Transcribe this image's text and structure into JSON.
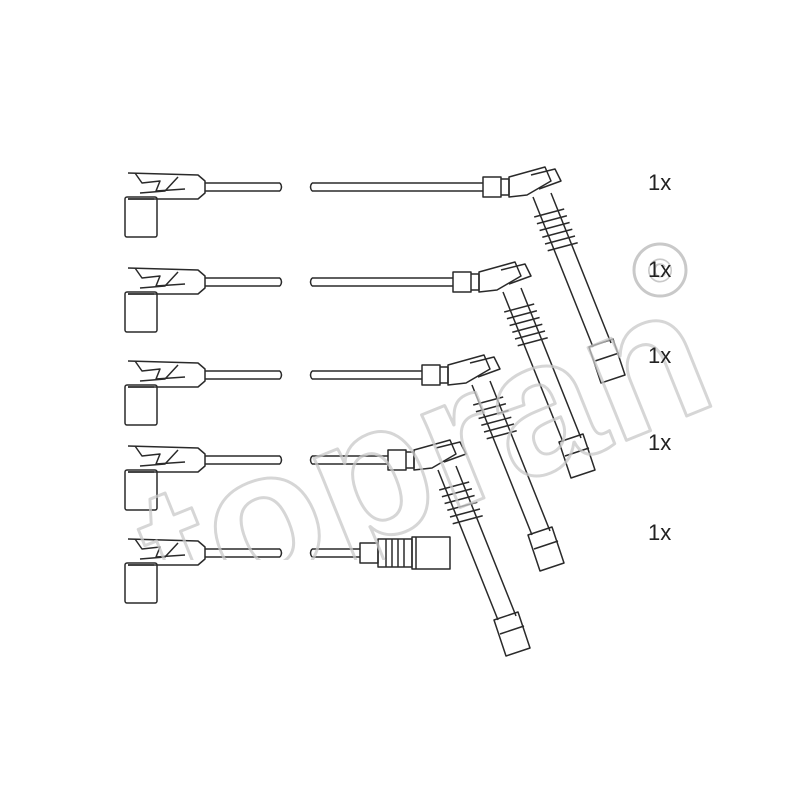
{
  "diagram": {
    "cables": [
      {
        "quantity": "1x",
        "far_end": "angled-boot"
      },
      {
        "quantity": "1x",
        "far_end": "angled-boot"
      },
      {
        "quantity": "1x",
        "far_end": "angled-boot"
      },
      {
        "quantity": "1x",
        "far_end": "angled-boot"
      },
      {
        "quantity": "1x",
        "far_end": "straight-boot"
      }
    ],
    "line_color": "#2a2a2a",
    "watermark": {
      "text": "topran",
      "copyright_symbol": "©",
      "color": "#c9c9c9"
    }
  }
}
